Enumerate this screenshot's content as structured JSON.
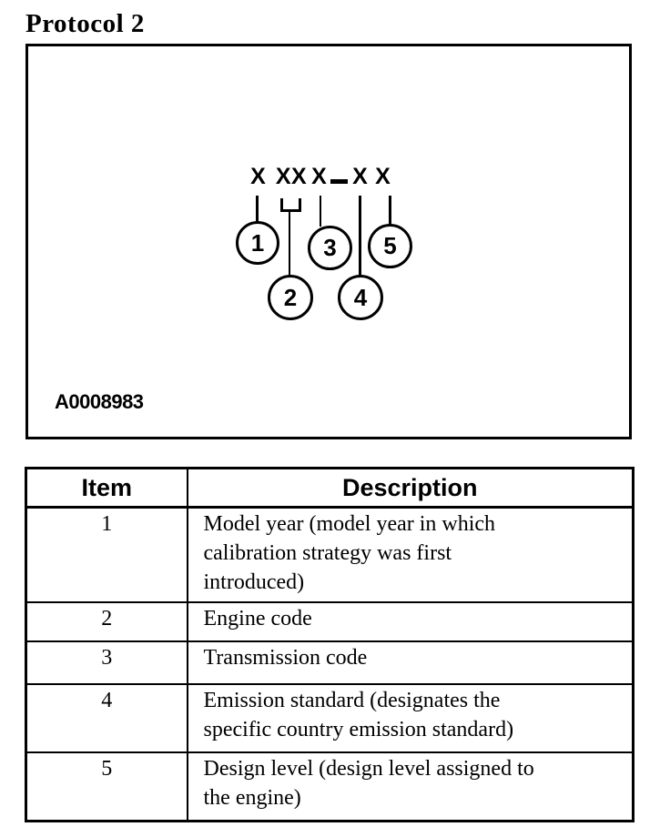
{
  "page": {
    "title": "Protocol 2"
  },
  "figure": {
    "pattern": {
      "char1": "X",
      "char2_3": "XX",
      "char4": "X",
      "separator": "-",
      "char5": "X",
      "char6": "X"
    },
    "callouts": [
      "1",
      "2",
      "3",
      "4",
      "5"
    ],
    "reference_code": "A0008983"
  },
  "table": {
    "headers": {
      "item": "Item",
      "description": "Description"
    },
    "rows": [
      {
        "item": "1",
        "description": [
          "Model year (model year in which",
          "calibration strategy was first",
          "introduced)"
        ]
      },
      {
        "item": "2",
        "description": [
          "Engine code"
        ]
      },
      {
        "item": "3",
        "description": [
          "Transmission code"
        ]
      },
      {
        "item": "4",
        "description": [
          "Emission standard (designates the",
          "specific country emission standard)"
        ]
      },
      {
        "item": "5",
        "description": [
          "Design level (design level assigned to",
          "the engine)"
        ]
      }
    ]
  },
  "colors": {
    "ink": "#000000",
    "paper": "#ffffff"
  }
}
